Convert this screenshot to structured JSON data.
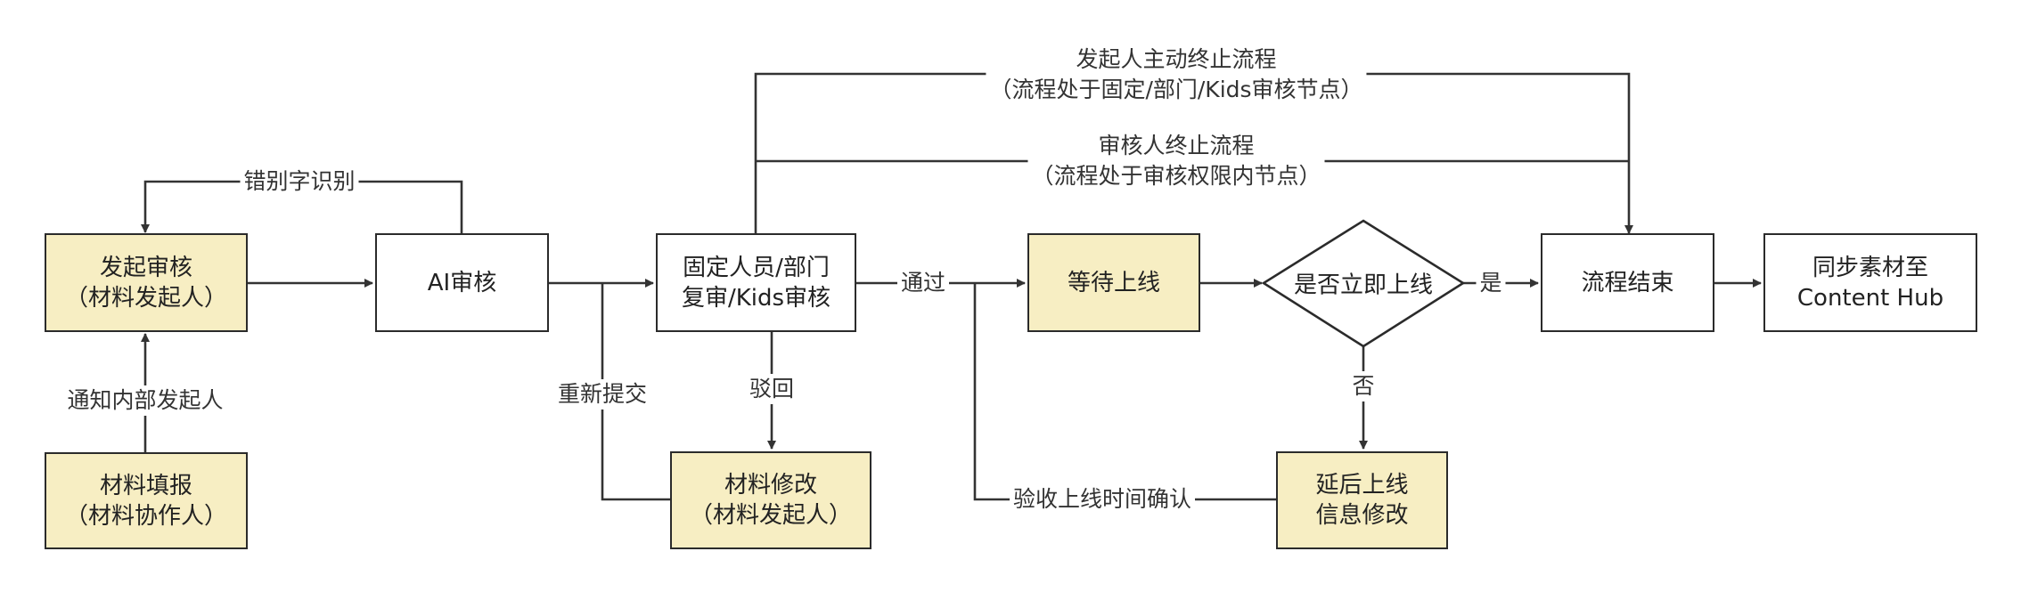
{
  "nodes": {
    "initiate_review": "发起审核\n（材料发起人）",
    "material_fill": "材料填报\n（材料协作人）",
    "ai_review": "AI审核",
    "fixed_review": "固定人员/部门\n复审/Kids审核",
    "material_modify": "材料修改\n（材料发起人）",
    "wait_online": "等待上线",
    "decision": "是否立即上线",
    "delay_online": "延后上线\n信息修改",
    "flow_end": "流程结束",
    "sync_hub": "同步素材至\nContent Hub"
  },
  "edge_labels": {
    "typo_check": "错别字识别",
    "notify_initiator": "通知内部发起人",
    "resubmit": "重新提交",
    "reject": "驳回",
    "pass": "通过",
    "yes": "是",
    "no": "否",
    "confirm_time": "验收上线时间确认",
    "initiator_terminate": "发起人主动终止流程\n（流程处于固定/部门/Kids审核节点）",
    "reviewer_terminate": "审核人终止流程\n（流程处于审核权限内节点）"
  },
  "colors": {
    "line": "#333333",
    "border": "#2b2b2b",
    "highlight_fill": "#f7eec3",
    "plain_fill": "#ffffff"
  }
}
